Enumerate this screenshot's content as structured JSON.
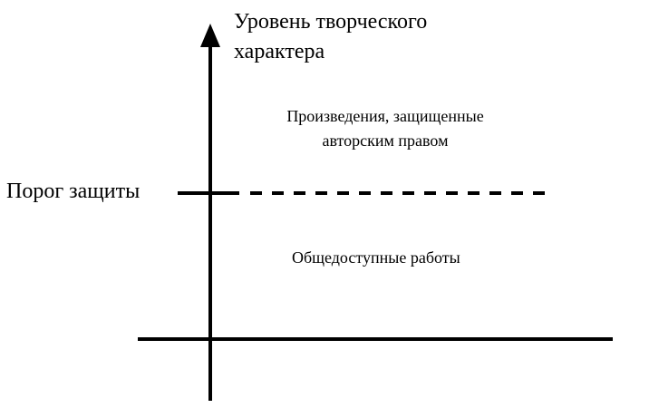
{
  "diagram": {
    "axis_title": "Уровень творческого\nхарактера",
    "threshold_label": "Порог защиты",
    "upper_region_label": "Произведения, защищенные\nавторским правом",
    "lower_region_label": "Общедоступные работы"
  },
  "colors": {
    "ink": "#000000",
    "background": "#ffffff"
  }
}
